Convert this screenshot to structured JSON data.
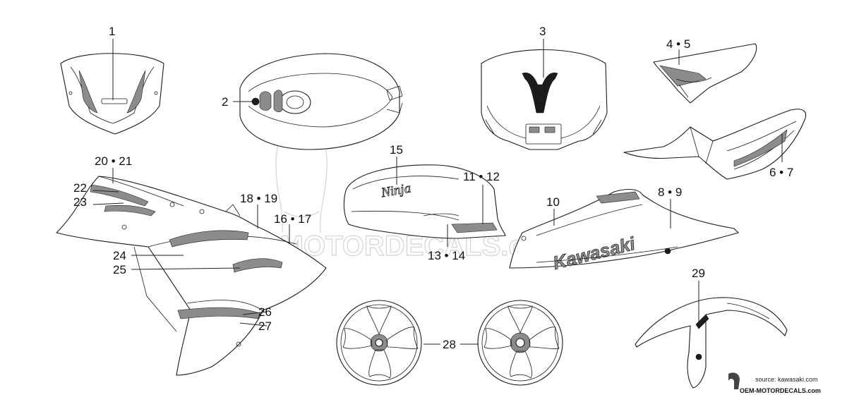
{
  "diagram": {
    "callouts": {
      "c1": "1",
      "c2": "2",
      "c3": "3",
      "c4_5": "4 • 5",
      "c6_7": "6 • 7",
      "c8_9": "8 • 9",
      "c10": "10",
      "c11_12": "11 • 12",
      "c13_14": "13 • 14",
      "c15": "15",
      "c16_17": "16 • 17",
      "c18_19": "18 • 19",
      "c20_21": "20 • 21",
      "c22": "22",
      "c23": "23",
      "c24": "24",
      "c25": "25",
      "c26": "26",
      "c27": "27",
      "c28": "28",
      "c29": "29"
    },
    "decal_text": {
      "tank_logo": "Ninja",
      "fairing_logo": "Kawasaki"
    },
    "watermark": "OEM - MOTORDECALS.com",
    "credit": {
      "source": "source: kawasaki.com",
      "site": "OEM-MOTORDECALS.com"
    }
  }
}
